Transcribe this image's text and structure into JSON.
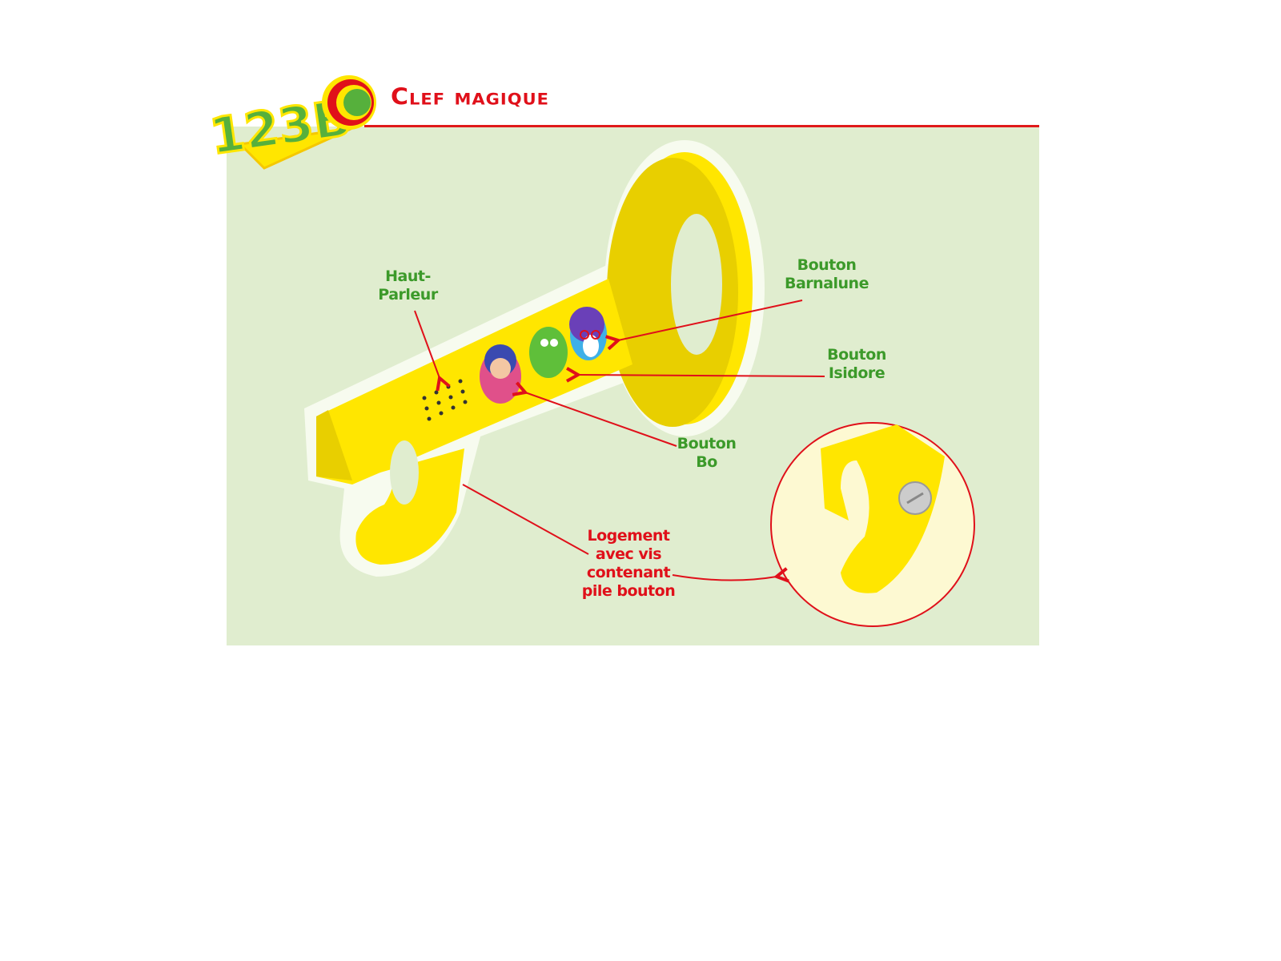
{
  "header": {
    "logo_text": "123 BO",
    "title": "Clef magique"
  },
  "labels": {
    "speaker": "Haut-\nParleur",
    "button_barnalune": "Bouton\nBarnalune",
    "button_isidore": "Bouton\nIsidore",
    "button_bo": "Bouton\nBo",
    "battery_housing": "Logement\navec vis\ncontenant\npile bouton"
  },
  "colors": {
    "accent_red": "#e0101a",
    "label_green": "#3c9a2a",
    "panel_bg": "#e0edcf",
    "key_yellow": "#ffe600"
  }
}
